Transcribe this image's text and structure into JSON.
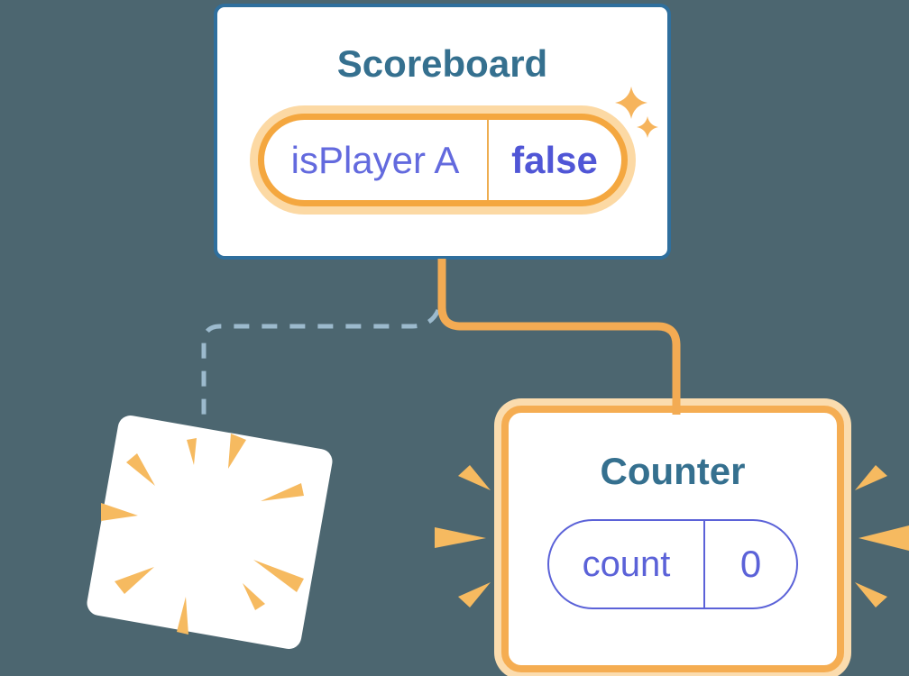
{
  "canvas": {
    "background": "#4c6670"
  },
  "scoreboard": {
    "title": "Scoreboard",
    "state": {
      "name": "isPlayer A",
      "value": "false"
    }
  },
  "counter": {
    "title": "Counter",
    "state": {
      "name": "count",
      "value": "0"
    }
  },
  "icons": {
    "sparkles": "sparkles-icon",
    "poof": "poof-explosion-icon",
    "emphasis": "emphasis-rays-icon"
  },
  "colors": {
    "background": "#4c6670",
    "card_border_blue": "#2f6f9d",
    "title_teal": "#35708f",
    "highlight_orange": "#f4a73f",
    "highlight_glow": "#fcd9a4",
    "connector_orange": "#f3ab53",
    "connector_dashed_blue": "#9cbacd",
    "state_purple": "#5b62d8",
    "ray_orange": "#f6ba60"
  }
}
